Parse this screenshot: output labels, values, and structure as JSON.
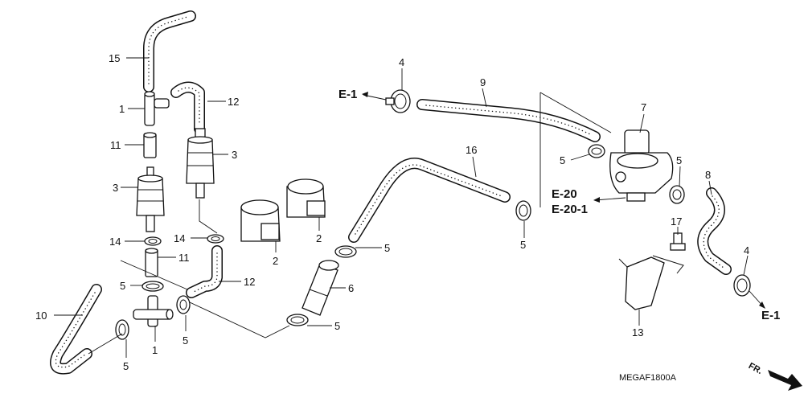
{
  "diagram": {
    "code": "MEGAF1800A",
    "direction_label": "FR.",
    "refs": {
      "e1_top": "E-1",
      "e1_right": "E-1",
      "e20": "E-20",
      "e20_1": "E-20-1"
    },
    "labels": {
      "p1a": "1",
      "p1b": "1",
      "p2a": "2",
      "p2b": "2",
      "p3a": "3",
      "p3b": "3",
      "p4a": "4",
      "p4b": "4",
      "p5a": "5",
      "p5b": "5",
      "p5c": "5",
      "p5d": "5",
      "p5e": "5",
      "p5f": "5",
      "p5g": "5",
      "p6": "6",
      "p7": "7",
      "p8": "8",
      "p9": "9",
      "p10": "10",
      "p11a": "11",
      "p11b": "11",
      "p12a": "12",
      "p12b": "12",
      "p13": "13",
      "p14a": "14",
      "p14b": "14",
      "p15": "15",
      "p16": "16",
      "p17": "17"
    }
  }
}
